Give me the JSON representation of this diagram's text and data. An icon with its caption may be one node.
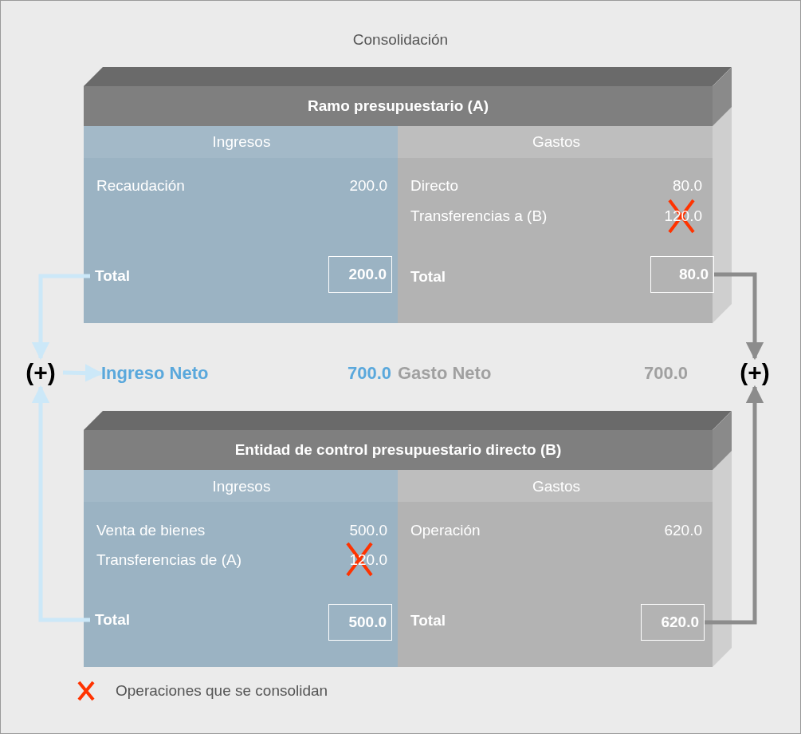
{
  "diagram": {
    "title": "Consolidación",
    "nodes": [
      {
        "text": [
          "Ramo presupuestario (A)"
        ]
      },
      {
        "text": [
          "Total"
        ],
        "in": 0
      },
      {
        "text": [
          "200.0"
        ],
        "in": 0
      },
      {
        "text": [
          "80.0"
        ],
        "in": 0
      },
      {
        "text": [
          "Entidad de control presupuestario directo  (B)"
        ]
      },
      {
        "text": [
          "Total"
        ],
        "in": 4
      },
      {
        "text": [
          "500.0"
        ],
        "in": 4
      },
      {
        "text": [
          "620.0"
        ],
        "in": 4
      },
      {
        "text": [
          "(+)"
        ]
      },
      {
        "text": [
          "(+)"
        ]
      },
      {
        "text": [
          "Ingreso Neto"
        ]
      }
    ],
    "edges": [
      {
        "from": 1,
        "to": 8,
        "arrow": "to",
        "color": "#cce8f8"
      },
      {
        "from": 5,
        "to": 8,
        "arrow": "to",
        "color": "#cce8f8"
      },
      {
        "from": 3,
        "to": 9,
        "arrow": "to",
        "color": "#8c8c8c"
      },
      {
        "from": 7,
        "to": 9,
        "arrow": "to",
        "color": "#8c8c8c"
      },
      {
        "from": 8,
        "to": 10,
        "arrow": "to",
        "color": "#cce8f8"
      }
    ],
    "labels": [
      "Ingresos",
      "Gastos",
      "Recaudación",
      "200.0",
      "Directo",
      "80.0",
      "Transferencias a (B)",
      "120.0",
      "Total",
      "Ingresos",
      "Gastos",
      "Venta de bienes",
      "500.0",
      "Transferencias de (A)",
      "120.0",
      "Operación",
      "620.0",
      "Total",
      "700.0",
      "Gasto Neto",
      "700.0"
    ],
    "legend": [
      {
        "text": "Operaciones que se consolidan"
      }
    ]
  }
}
